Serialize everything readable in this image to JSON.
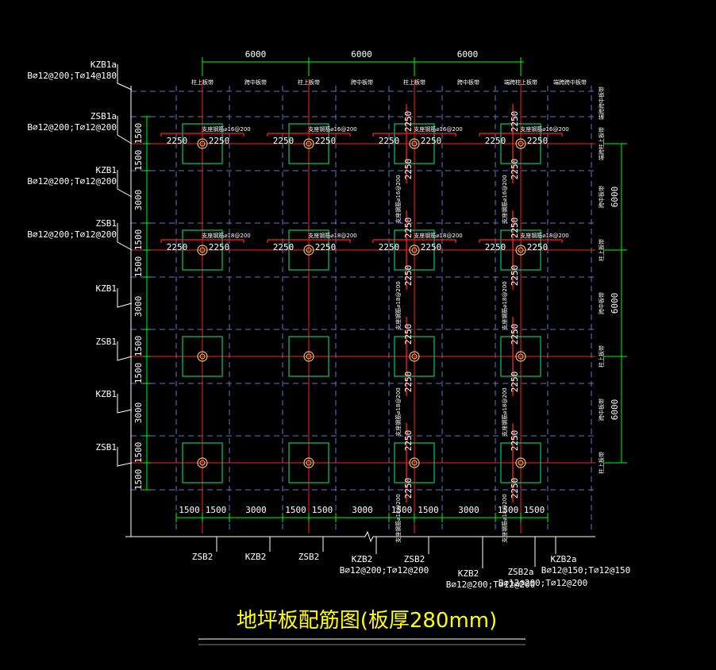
{
  "title": "地坪板配筋图(板厚280mm)",
  "colors": {
    "background": "#000000",
    "text": "#ffffff",
    "title": "#ffff00",
    "grid_dash": "#5a78c8",
    "rebar": "#ff2020",
    "dimension": "#00ff00",
    "pile_cap": "#00c878",
    "column": "#e8c070",
    "frame": "#ffffff"
  },
  "top_dimensions": [
    "6000",
    "6000",
    "6000"
  ],
  "strip_labels_top": [
    "柱上板带",
    "跨中板带",
    "柱上板带",
    "跨中板带",
    "柱上板带",
    "跨中板带",
    "端跨柱上板带",
    "端跨跨中板带"
  ],
  "left_labels": [
    {
      "name": "KZB1a",
      "spec": "B⌀12@200;T⌀14@180"
    },
    {
      "name": "ZSB1a",
      "spec": "B⌀12@200;T⌀12@200"
    },
    {
      "name": "KZB1",
      "spec": "B⌀12@200;T⌀12@200"
    },
    {
      "name": "ZSB1",
      "spec": "B⌀12@200;T⌀12@200"
    },
    {
      "name": "KZB1",
      "spec": ""
    },
    {
      "name": "ZSB1",
      "spec": ""
    },
    {
      "name": "KZB1",
      "spec": ""
    },
    {
      "name": "ZSB1",
      "spec": ""
    }
  ],
  "left_dimensions": [
    "1500",
    "1500",
    "3000",
    "1500",
    "1500",
    "3000",
    "1500",
    "1500",
    "3000",
    "1500",
    "1500"
  ],
  "right_dimensions": [
    "6000",
    "6000",
    "6000"
  ],
  "right_strip_labels": [
    "端跨跨中板带",
    "端跨柱上板带",
    "跨中板带",
    "柱上板带",
    "跨中板带",
    "柱上板带",
    "跨中板带",
    "柱上板带"
  ],
  "bottom_dimensions": [
    "1500",
    "1500",
    "3000",
    "1500",
    "1500",
    "3000",
    "1500",
    "1500",
    "3000",
    "1500",
    "1500"
  ],
  "bottom_labels": [
    {
      "name": "ZSB2",
      "spec": ""
    },
    {
      "name": "KZB2",
      "spec": ""
    },
    {
      "name": "ZSB2",
      "spec": ""
    },
    {
      "name": "KZB2",
      "spec": "B⌀12@200;T⌀12@200"
    },
    {
      "name": "ZSB2",
      "spec": ""
    },
    {
      "name": "KZB2",
      "spec": "B⌀12@200;T⌀12@200"
    },
    {
      "name": "ZSB2a",
      "spec": "B⌀12@200;T⌀12@200"
    },
    {
      "name": "KZB2a",
      "spec": "B⌀12@150;T⌀12@150"
    }
  ],
  "rebar_length": "2250",
  "rebar_notes_row1": "支座钢筋⌀16@200",
  "rebar_notes_row2": "支座钢筋⌀18@200"
}
